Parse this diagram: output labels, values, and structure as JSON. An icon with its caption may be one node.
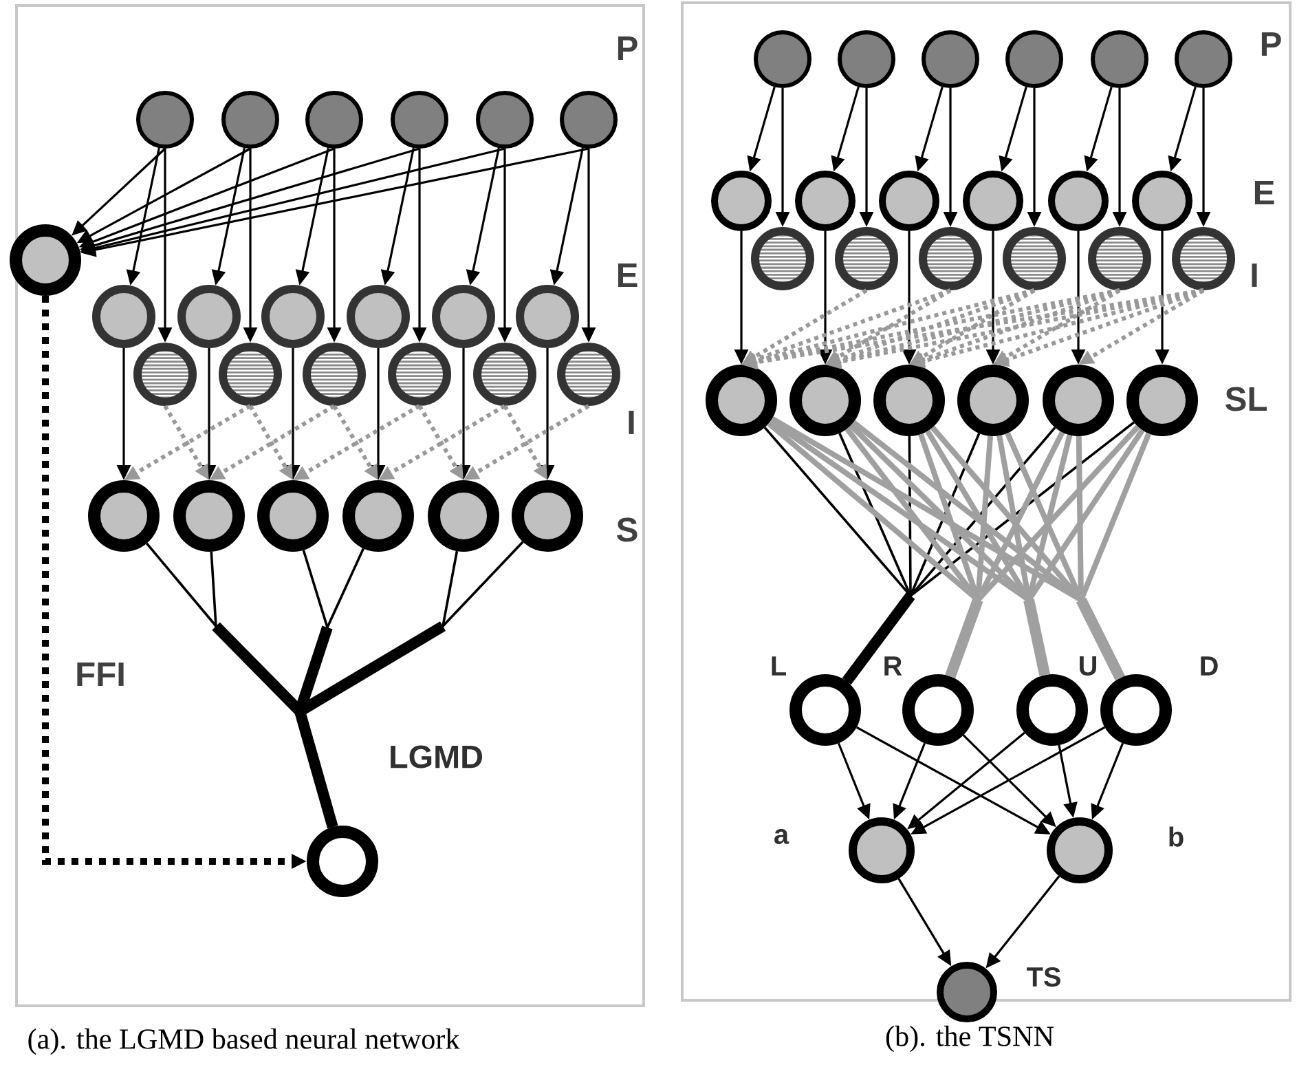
{
  "diagram": {
    "nodes": [
      {
        "text": [],
        "shape": "box"
      },
      {
        "text": [],
        "shape": "circle",
        "in": 0
      },
      {
        "text": [],
        "shape": "circle",
        "in": 0
      },
      {
        "text": [],
        "shape": "circle",
        "in": 0
      },
      {
        "text": [],
        "shape": "circle",
        "in": 0
      },
      {
        "text": [],
        "shape": "circle",
        "in": 0
      },
      {
        "text": [],
        "shape": "circle",
        "in": 0
      },
      {
        "text": [],
        "shape": "circle",
        "in": 0
      },
      {
        "text": [],
        "shape": "circle",
        "in": 0
      },
      {
        "text": [],
        "shape": "circle",
        "in": 0
      },
      {
        "text": [],
        "shape": "circle",
        "in": 0
      },
      {
        "text": [],
        "shape": "circle",
        "in": 0
      },
      {
        "text": [],
        "shape": "circle",
        "in": 0
      },
      {
        "text": [],
        "shape": "circle",
        "in": 0
      },
      {
        "text": [],
        "shape": "circle",
        "in": 0
      },
      {
        "text": [],
        "shape": "circle",
        "in": 0
      },
      {
        "text": [],
        "shape": "circle",
        "in": 0
      },
      {
        "text": [],
        "shape": "circle",
        "in": 0
      },
      {
        "text": [],
        "shape": "circle",
        "in": 0
      },
      {
        "text": [],
        "shape": "circle",
        "in": 0
      },
      {
        "text": [],
        "shape": "circle",
        "in": 0
      },
      {
        "text": [],
        "shape": "circle",
        "in": 0
      },
      {
        "text": [],
        "shape": "circle",
        "in": 0
      },
      {
        "text": [],
        "shape": "circle",
        "in": 0
      },
      {
        "text": [],
        "shape": "circle",
        "in": 0
      },
      {
        "text": [],
        "shape": "circle",
        "in": 0
      },
      {
        "text": [],
        "shape": "circle",
        "in": 0,
        "beside": [
          "LGMD"
        ]
      },
      {
        "text": [],
        "shape": "box"
      },
      {
        "text": [],
        "shape": "circle",
        "in": 27
      },
      {
        "text": [],
        "shape": "circle",
        "in": 27
      },
      {
        "text": [],
        "shape": "circle",
        "in": 27
      },
      {
        "text": [],
        "shape": "circle",
        "in": 27
      },
      {
        "text": [],
        "shape": "circle",
        "in": 27
      },
      {
        "text": [],
        "shape": "circle",
        "in": 27
      },
      {
        "text": [],
        "shape": "circle",
        "in": 27
      },
      {
        "text": [],
        "shape": "circle",
        "in": 27
      },
      {
        "text": [],
        "shape": "circle",
        "in": 27
      },
      {
        "text": [],
        "shape": "circle",
        "in": 27
      },
      {
        "text": [],
        "shape": "circle",
        "in": 27
      },
      {
        "text": [],
        "shape": "circle",
        "in": 27
      },
      {
        "text": [],
        "shape": "circle",
        "in": 27
      },
      {
        "text": [],
        "shape": "circle",
        "in": 27
      },
      {
        "text": [],
        "shape": "circle",
        "in": 27
      },
      {
        "text": [],
        "shape": "circle",
        "in": 27
      },
      {
        "text": [],
        "shape": "circle",
        "in": 27
      },
      {
        "text": [],
        "shape": "circle",
        "in": 27
      },
      {
        "text": [],
        "shape": "circle",
        "in": 27
      },
      {
        "text": [],
        "shape": "circle",
        "in": 27
      },
      {
        "text": [],
        "shape": "circle",
        "in": 27
      },
      {
        "text": [],
        "shape": "circle",
        "in": 27
      },
      {
        "text": [],
        "shape": "circle",
        "in": 27
      },
      {
        "text": [],
        "shape": "circle",
        "in": 27
      },
      {
        "text": [],
        "shape": "circle",
        "in": 27,
        "beside": [
          "L"
        ]
      },
      {
        "text": [],
        "shape": "circle",
        "in": 27,
        "beside": [
          "R"
        ]
      },
      {
        "text": [],
        "shape": "circle",
        "in": 27,
        "beside": [
          "U"
        ]
      },
      {
        "text": [],
        "shape": "circle",
        "in": 27,
        "beside": [
          "D"
        ]
      },
      {
        "text": [],
        "shape": "circle",
        "in": 27,
        "beside": [
          "a"
        ]
      },
      {
        "text": [],
        "shape": "circle",
        "in": 27,
        "beside": [
          "b"
        ]
      },
      {
        "text": [],
        "shape": "circle",
        "in": 27,
        "beside": [
          "TS"
        ]
      }
    ],
    "edges": [
      {
        "from": 1,
        "to": 8,
        "arrow": "to"
      },
      {
        "from": 2,
        "to": 9,
        "arrow": "to"
      },
      {
        "from": 3,
        "to": 10,
        "arrow": "to"
      },
      {
        "from": 4,
        "to": 11,
        "arrow": "to"
      },
      {
        "from": 5,
        "to": 12,
        "arrow": "to"
      },
      {
        "from": 6,
        "to": 13,
        "arrow": "to"
      },
      {
        "from": 1,
        "to": 14,
        "arrow": "to"
      },
      {
        "from": 2,
        "to": 15,
        "arrow": "to"
      },
      {
        "from": 3,
        "to": 16,
        "arrow": "to"
      },
      {
        "from": 4,
        "to": 17,
        "arrow": "to"
      },
      {
        "from": 5,
        "to": 18,
        "arrow": "to"
      },
      {
        "from": 6,
        "to": 19,
        "arrow": "to"
      },
      {
        "from": 1,
        "to": 7,
        "arrow": "to"
      },
      {
        "from": 2,
        "to": 7,
        "arrow": "to"
      },
      {
        "from": 3,
        "to": 7,
        "arrow": "to"
      },
      {
        "from": 4,
        "to": 7,
        "arrow": "to"
      },
      {
        "from": 5,
        "to": 7,
        "arrow": "to"
      },
      {
        "from": 6,
        "to": 7,
        "arrow": "to"
      },
      {
        "from": 8,
        "to": 20,
        "arrow": "to"
      },
      {
        "from": 9,
        "to": 21,
        "arrow": "to"
      },
      {
        "from": 10,
        "to": 22,
        "arrow": "to"
      },
      {
        "from": 11,
        "to": 23,
        "arrow": "to"
      },
      {
        "from": 12,
        "to": 24,
        "arrow": "to"
      },
      {
        "from": 13,
        "to": 25,
        "arrow": "to"
      },
      {
        "from": 14,
        "to": 21,
        "arrow": "to",
        "style": "dashed",
        "color": "#999999"
      },
      {
        "from": 15,
        "to": 20,
        "arrow": "to",
        "style": "dashed",
        "color": "#999999"
      },
      {
        "from": 15,
        "to": 22,
        "arrow": "to",
        "style": "dashed",
        "color": "#999999"
      },
      {
        "from": 16,
        "to": 21,
        "arrow": "to",
        "style": "dashed",
        "color": "#999999"
      },
      {
        "from": 16,
        "to": 23,
        "arrow": "to",
        "style": "dashed",
        "color": "#999999"
      },
      {
        "from": 17,
        "to": 22,
        "arrow": "to",
        "style": "dashed",
        "color": "#999999"
      },
      {
        "from": 17,
        "to": 24,
        "arrow": "to",
        "style": "dashed",
        "color": "#999999"
      },
      {
        "from": 18,
        "to": 23,
        "arrow": "to",
        "style": "dashed",
        "color": "#999999"
      },
      {
        "from": 18,
        "to": 25,
        "arrow": "to",
        "style": "dashed",
        "color": "#999999"
      },
      {
        "from": 19,
        "to": 24,
        "arrow": "to",
        "style": "dashed",
        "color": "#999999"
      },
      {
        "from": 20,
        "to": 26,
        "arrow": "none"
      },
      {
        "from": 21,
        "to": 26,
        "arrow": "none"
      },
      {
        "from": 22,
        "to": 26,
        "arrow": "none"
      },
      {
        "from": 23,
        "to": 26,
        "arrow": "none"
      },
      {
        "from": 24,
        "to": 26,
        "arrow": "none"
      },
      {
        "from": 25,
        "to": 26,
        "arrow": "none"
      },
      {
        "from": 7,
        "to": 26,
        "arrow": "to",
        "style": "dashed"
      },
      {
        "from": 28,
        "to": 34,
        "arrow": "to"
      },
      {
        "from": 29,
        "to": 35,
        "arrow": "to"
      },
      {
        "from": 30,
        "to": 36,
        "arrow": "to"
      },
      {
        "from": 31,
        "to": 37,
        "arrow": "to"
      },
      {
        "from": 32,
        "to": 38,
        "arrow": "to"
      },
      {
        "from": 33,
        "to": 39,
        "arrow": "to"
      },
      {
        "from": 28,
        "to": 40,
        "arrow": "to"
      },
      {
        "from": 29,
        "to": 41,
        "arrow": "to"
      },
      {
        "from": 30,
        "to": 42,
        "arrow": "to"
      },
      {
        "from": 31,
        "to": 43,
        "arrow": "to"
      },
      {
        "from": 32,
        "to": 44,
        "arrow": "to"
      },
      {
        "from": 33,
        "to": 45,
        "arrow": "to"
      },
      {
        "from": 34,
        "to": 46,
        "arrow": "to"
      },
      {
        "from": 35,
        "to": 47,
        "arrow": "to"
      },
      {
        "from": 36,
        "to": 48,
        "arrow": "to"
      },
      {
        "from": 37,
        "to": 49,
        "arrow": "to"
      },
      {
        "from": 38,
        "to": 50,
        "arrow": "to"
      },
      {
        "from": 39,
        "to": 51,
        "arrow": "to"
      },
      {
        "from": 41,
        "to": 46,
        "arrow": "to",
        "style": "dashed",
        "color": "#999999"
      },
      {
        "from": 42,
        "to": 46,
        "arrow": "to",
        "style": "dashed",
        "color": "#999999"
      },
      {
        "from": 42,
        "to": 47,
        "arrow": "to",
        "style": "dashed",
        "color": "#999999"
      },
      {
        "from": 43,
        "to": 46,
        "arrow": "to",
        "style": "dashed",
        "color": "#999999"
      },
      {
        "from": 43,
        "to": 47,
        "arrow": "to",
        "style": "dashed",
        "color": "#999999"
      },
      {
        "from": 43,
        "to": 48,
        "arrow": "to",
        "style": "dashed",
        "color": "#999999"
      },
      {
        "from": 44,
        "to": 46,
        "arrow": "to",
        "style": "dashed",
        "color": "#999999"
      },
      {
        "from": 44,
        "to": 47,
        "arrow": "to",
        "style": "dashed",
        "color": "#999999"
      },
      {
        "from": 44,
        "to": 48,
        "arrow": "to",
        "style": "dashed",
        "color": "#999999"
      },
      {
        "from": 44,
        "to": 49,
        "arrow": "to",
        "style": "dashed",
        "color": "#999999"
      },
      {
        "from": 45,
        "to": 46,
        "arrow": "to",
        "style": "dashed",
        "color": "#999999"
      },
      {
        "from": 45,
        "to": 47,
        "arrow": "to",
        "style": "dashed",
        "color": "#999999"
      },
      {
        "from": 45,
        "to": 48,
        "arrow": "to",
        "style": "dashed",
        "color": "#999999"
      },
      {
        "from": 45,
        "to": 49,
        "arrow": "to",
        "style": "dashed",
        "color": "#999999"
      },
      {
        "from": 45,
        "to": 50,
        "arrow": "to",
        "style": "dashed",
        "color": "#999999"
      },
      {
        "from": 46,
        "to": 52,
        "arrow": "none"
      },
      {
        "from": 47,
        "to": 52,
        "arrow": "none"
      },
      {
        "from": 48,
        "to": 52,
        "arrow": "none"
      },
      {
        "from": 49,
        "to": 52,
        "arrow": "none"
      },
      {
        "from": 50,
        "to": 52,
        "arrow": "none"
      },
      {
        "from": 51,
        "to": 52,
        "arrow": "none"
      },
      {
        "from": 46,
        "to": 53,
        "arrow": "none",
        "style": "thick",
        "color": "#a0a0a0"
      },
      {
        "from": 47,
        "to": 53,
        "arrow": "none",
        "style": "thick",
        "color": "#a0a0a0"
      },
      {
        "from": 48,
        "to": 53,
        "arrow": "none",
        "style": "thick",
        "color": "#a0a0a0"
      },
      {
        "from": 49,
        "to": 53,
        "arrow": "none",
        "style": "thick",
        "color": "#a0a0a0"
      },
      {
        "from": 50,
        "to": 53,
        "arrow": "none",
        "style": "thick",
        "color": "#a0a0a0"
      },
      {
        "from": 51,
        "to": 53,
        "arrow": "none",
        "style": "thick",
        "color": "#a0a0a0"
      },
      {
        "from": 46,
        "to": 54,
        "arrow": "none",
        "style": "thick",
        "color": "#a0a0a0"
      },
      {
        "from": 47,
        "to": 54,
        "arrow": "none",
        "style": "thick",
        "color": "#a0a0a0"
      },
      {
        "from": 48,
        "to": 54,
        "arrow": "none",
        "style": "thick",
        "color": "#a0a0a0"
      },
      {
        "from": 49,
        "to": 54,
        "arrow": "none",
        "style": "thick",
        "color": "#a0a0a0"
      },
      {
        "from": 50,
        "to": 54,
        "arrow": "none",
        "style": "thick",
        "color": "#a0a0a0"
      },
      {
        "from": 51,
        "to": 54,
        "arrow": "none",
        "style": "thick",
        "color": "#a0a0a0"
      },
      {
        "from": 46,
        "to": 55,
        "arrow": "none",
        "style": "thick",
        "color": "#a0a0a0"
      },
      {
        "from": 47,
        "to": 55,
        "arrow": "none",
        "style": "thick",
        "color": "#a0a0a0"
      },
      {
        "from": 48,
        "to": 55,
        "arrow": "none",
        "style": "thick",
        "color": "#a0a0a0"
      },
      {
        "from": 49,
        "to": 55,
        "arrow": "none",
        "style": "thick",
        "color": "#a0a0a0"
      },
      {
        "from": 50,
        "to": 55,
        "arrow": "none",
        "style": "thick",
        "color": "#a0a0a0"
      },
      {
        "from": 51,
        "to": 55,
        "arrow": "none",
        "style": "thick",
        "color": "#a0a0a0"
      },
      {
        "from": 52,
        "to": 56,
        "arrow": "to"
      },
      {
        "from": 52,
        "to": 57,
        "arrow": "to"
      },
      {
        "from": 53,
        "to": 56,
        "arrow": "to"
      },
      {
        "from": 53,
        "to": 57,
        "arrow": "to"
      },
      {
        "from": 54,
        "to": 56,
        "arrow": "to"
      },
      {
        "from": 54,
        "to": 57,
        "arrow": "to"
      },
      {
        "from": 55,
        "to": 56,
        "arrow": "to"
      },
      {
        "from": 55,
        "to": 57,
        "arrow": "to"
      },
      {
        "from": 56,
        "to": 58,
        "arrow": "to"
      },
      {
        "from": 57,
        "to": 58,
        "arrow": "to"
      }
    ],
    "labels": [
      "P",
      "E",
      "I",
      "S",
      "FFI",
      "(a). the LGMD based neural network",
      "P",
      "E",
      "I",
      "SL",
      "(b). the TSNN"
    ]
  }
}
